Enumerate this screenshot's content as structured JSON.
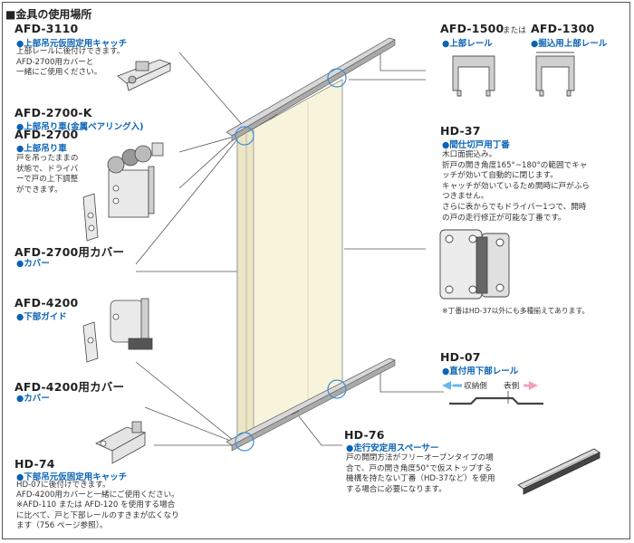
{
  "heading": "■金具の使用場所",
  "parts": {
    "afd3110": {
      "code": "AFD-3110",
      "sub": "●上部吊元仮固定用キャッチ",
      "desc": [
        "上部レールに後付けできます。",
        "AFD-2700用カバーと",
        "一緒にご使用ください。"
      ]
    },
    "afd2700k": {
      "code": "AFD-2700-K",
      "sub": "●上部吊り車(金属ベアリング入)"
    },
    "afd2700": {
      "code": "AFD-2700",
      "sub": "●上部吊り車",
      "desc": [
        "戸を吊ったままの",
        "状態で、ドライバ",
        "ーで戸の上下調整",
        "ができます。"
      ]
    },
    "afd2700cover": {
      "code": "AFD-2700用カバー",
      "sub": "●カバー"
    },
    "afd4200": {
      "code": "AFD-4200",
      "sub": "●下部ガイド"
    },
    "afd4200cover": {
      "code": "AFD-4200用カバー",
      "sub": "●カバー"
    },
    "hd74": {
      "code": "HD-74",
      "sub": "●下部吊元仮固定用キャッチ",
      "desc": [
        "HD-07に後付けできます。",
        "AFD-4200用カバーと一緒にご使用ください。",
        "※AFD-110 または AFD-120 を使用する場合",
        "に比べて、戸と下部レールのすきまが広くなり",
        "ます（756 ページ参照）。"
      ]
    },
    "afd1500": {
      "code": "AFD-1500",
      "connector": "または",
      "code2": "AFD-1300",
      "sub": "●上部レール",
      "sub2": "●掘込用上部レール"
    },
    "hd37": {
      "code": "HD-37",
      "sub": "●間仕切戸用丁番",
      "desc": [
        "木口面掘込み。",
        "折戸の開き角度165°~180°の範囲でキャ",
        "ッチが効いて自動的に閉じます。",
        "キャッチが効いているため開時に戸がふら",
        "つきません。",
        "さらに表からでもドライバー1つで、開時",
        "の戸の走行修正が可能な丁番です。"
      ],
      "note": "※丁番はHD-37以外にも多種揃えてあります。"
    },
    "hd07": {
      "code": "HD-07",
      "sub": "●直付用下部レール",
      "left_label": "収納側",
      "right_label": "表側"
    },
    "hd76": {
      "code": "HD-76",
      "sub": "●走行安定用スペーサー",
      "desc": [
        "戸の開閉方法がフリーオープンタイプの場",
        "合で、戸の開き角度50°で仮ストップする",
        "機構を持たない丁番（HD-37など）を使用",
        "する場合に必要になります。"
      ]
    }
  },
  "colors": {
    "accent": "#0a63b6",
    "door": "#f8f4dc",
    "door_shade": "#ece6c4",
    "rail": "#cfcfcf",
    "callout": "#3a8fd8",
    "arrow_left": "#6ab7e8",
    "arrow_right": "#f3a0c0"
  }
}
